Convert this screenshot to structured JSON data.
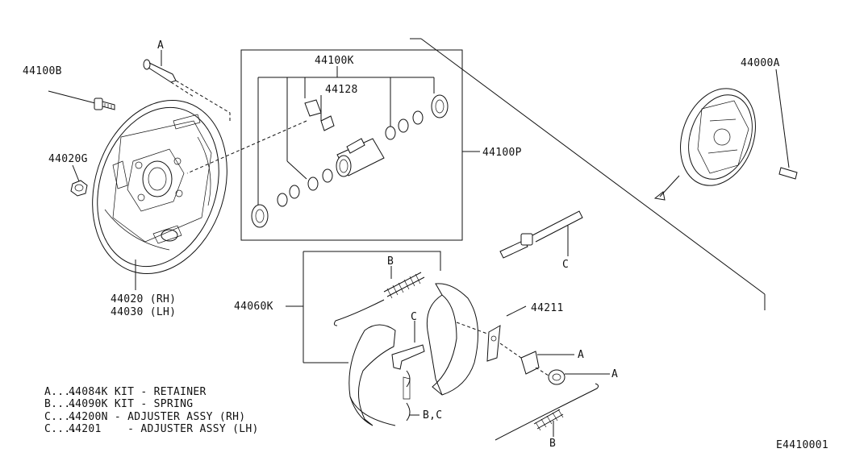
{
  "diagram": {
    "labels": {
      "backing_plate_bolt": "44100B",
      "retainer_a_top": "A",
      "wheel_cyl_kit": "44100K",
      "bleeder": "44128",
      "wheel_cyl_assy": "44100P",
      "brake_assy": "44000A",
      "nut": "44020G",
      "plate_rh": "44020 (RH)",
      "plate_lh": "44030 (LH)",
      "spring_b_top": "B",
      "shoe_kit": "44060K",
      "adjuster_c_mid": "C",
      "adjuster_c_right": "C",
      "lever": "44211",
      "retainer_a1": "A",
      "retainer_a2": "A",
      "spring_bc": "B,C",
      "spring_b_bottom": "B",
      "figure_code": "E4410001"
    },
    "legend": [
      {
        "key": "A....",
        "text": "44084K KIT - RETAINER"
      },
      {
        "key": "B....",
        "text": "44090K KIT - SPRING"
      },
      {
        "key": "C....",
        "text": "44200N - ADJUSTER ASSY (RH)"
      },
      {
        "key": "C....",
        "text": "44201    - ADJUSTER ASSY (LH)"
      }
    ]
  }
}
